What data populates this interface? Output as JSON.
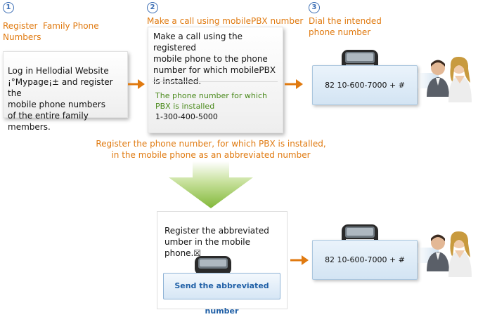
{
  "steps": [
    {
      "number": "1",
      "title_line1": "Register  Family Phone",
      "title_line2": "Numbers"
    },
    {
      "number": "2",
      "title_line1": "Make a call using mobilePBX number"
    },
    {
      "number": "3",
      "title_line1": "Dial the intended",
      "title_line2": "phone number"
    }
  ],
  "box1": {
    "line1": "Log in Hellodial Website",
    "line2": "¡°Mypage¡± and register the",
    "line3": "mobile phone numbers",
    "line4": "of the entire family members."
  },
  "box2": {
    "line1": "Make a call using the registered",
    "line2": "mobile phone to the phone",
    "line3": "number for which mobilePBX",
    "line4": "is installed.",
    "pbx_label_line1": "The phone number for which",
    "pbx_label_line2": "PBX is installed",
    "pbx_number": "1-300-400-5000"
  },
  "dial_number_top": "82 10-600-7000 + #",
  "dial_number_bottom": "82 10-600-7000 + #",
  "middle_caption": {
    "line1": "Register the phone number, for which PBX is installed,",
    "line2": "in the mobile phone as an abbreviated number"
  },
  "bottom_box": {
    "line1": "Register the abbreviated",
    "line2": "umber in the mobile phone.☒",
    "button_label": "Send the abbreviated number"
  },
  "colors": {
    "accent_orange": "#e07a10",
    "step_blue": "#3d6fb5",
    "green": "#4a8a1c",
    "arrow_green": "#8cbf3f"
  },
  "icons": [
    "mobile-phone-icon",
    "call-center-agents-icon",
    "arrow-right-icon",
    "arrow-down-icon"
  ]
}
